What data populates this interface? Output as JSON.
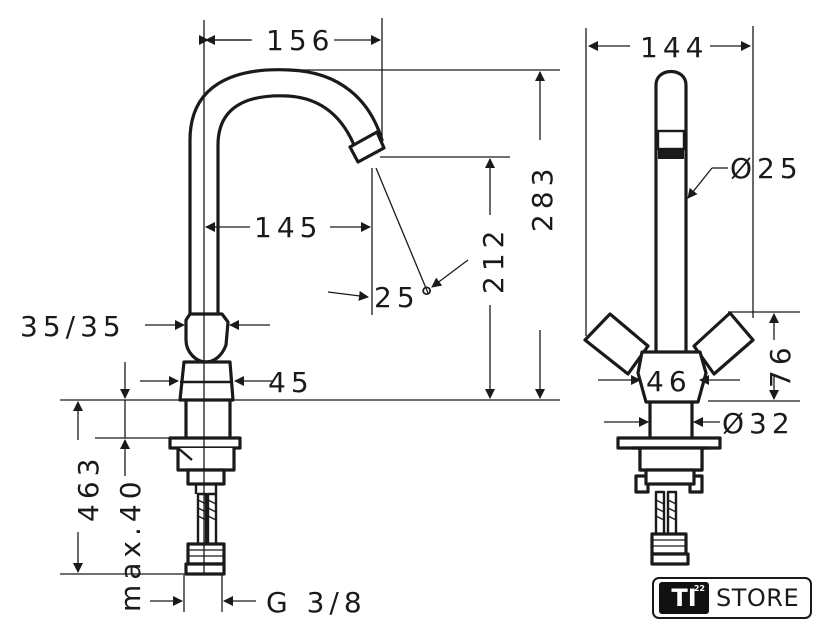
{
  "dimensions": {
    "top_width_left": "156",
    "spout_reach": "145",
    "handle_size": "35/35",
    "base_width_left": "45",
    "total_height": "283",
    "spout_height": "212",
    "angle": "25°",
    "install_depth": "463",
    "max_thickness": "max.40",
    "thread": "G 3/8",
    "top_width_right": "144",
    "spout_diameter": "Ø25",
    "handle_height": "76",
    "base_width_right": "46",
    "base_diameter": "Ø32"
  },
  "logo": {
    "mark": "TI",
    "superscript": "22",
    "text": "STORE"
  },
  "colors": {
    "ink": "#1a1a1a",
    "background": "#ffffff"
  }
}
